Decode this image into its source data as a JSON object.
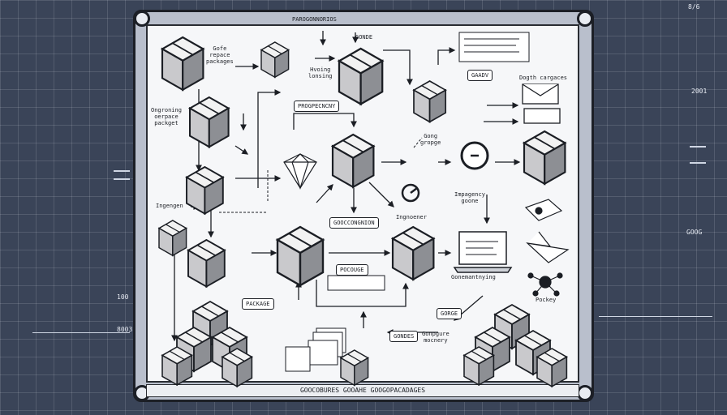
{
  "footer": "GOOCOBURES GOOAHE GOOGOPACADAGES",
  "header_label": "PAROGONNORIOS",
  "side_labels": {
    "top_right": "8/6",
    "year": "2001",
    "right_1": "GOOG",
    "left_1": "8003",
    "left_2": "100"
  },
  "labels": {
    "gofe_repace_packages": "Gofe\nrepace\npackages",
    "ongoning_package": "Ongroning\noerpace\npackget",
    "ingengen": "Ingengen",
    "hvoing_lonsing": "Hvoing\nlonsing",
    "gong_gropge": "Gong\ngropge",
    "dogth_cargaces": "Dogth cargaces",
    "impagency_goone": "Impagency\ngoone",
    "gonemanting": "Gonemantnying",
    "pockey": "Pockey",
    "gonpgure_mocnery": "Gonpgure\nmocnery",
    "inogenoner": "Ingnoener",
    "gonde": "GONDE"
  },
  "tags": {
    "progpencny": "PROGPECNCNY",
    "gooccongnion": "GOOCCONGNION",
    "package_center": "POCOUGE",
    "package_left": "PACKAGE",
    "gaaov": "GAADV",
    "gonge": "GORGE",
    "gondes": "GONDES"
  },
  "palette": {
    "background": "#3a4458",
    "paper": "#f6f7f9",
    "ink": "#1b1e24",
    "box_top": "#f2f2f2",
    "box_front": "#c9c9cc",
    "box_side": "#8d8f94"
  },
  "icons": [
    "package-box-icon",
    "diamond-gem-icon",
    "g-logo-icon",
    "envelope-icon",
    "laptop-icon",
    "network-nodes-icon",
    "paper-stack-icon",
    "arrow-icon"
  ]
}
